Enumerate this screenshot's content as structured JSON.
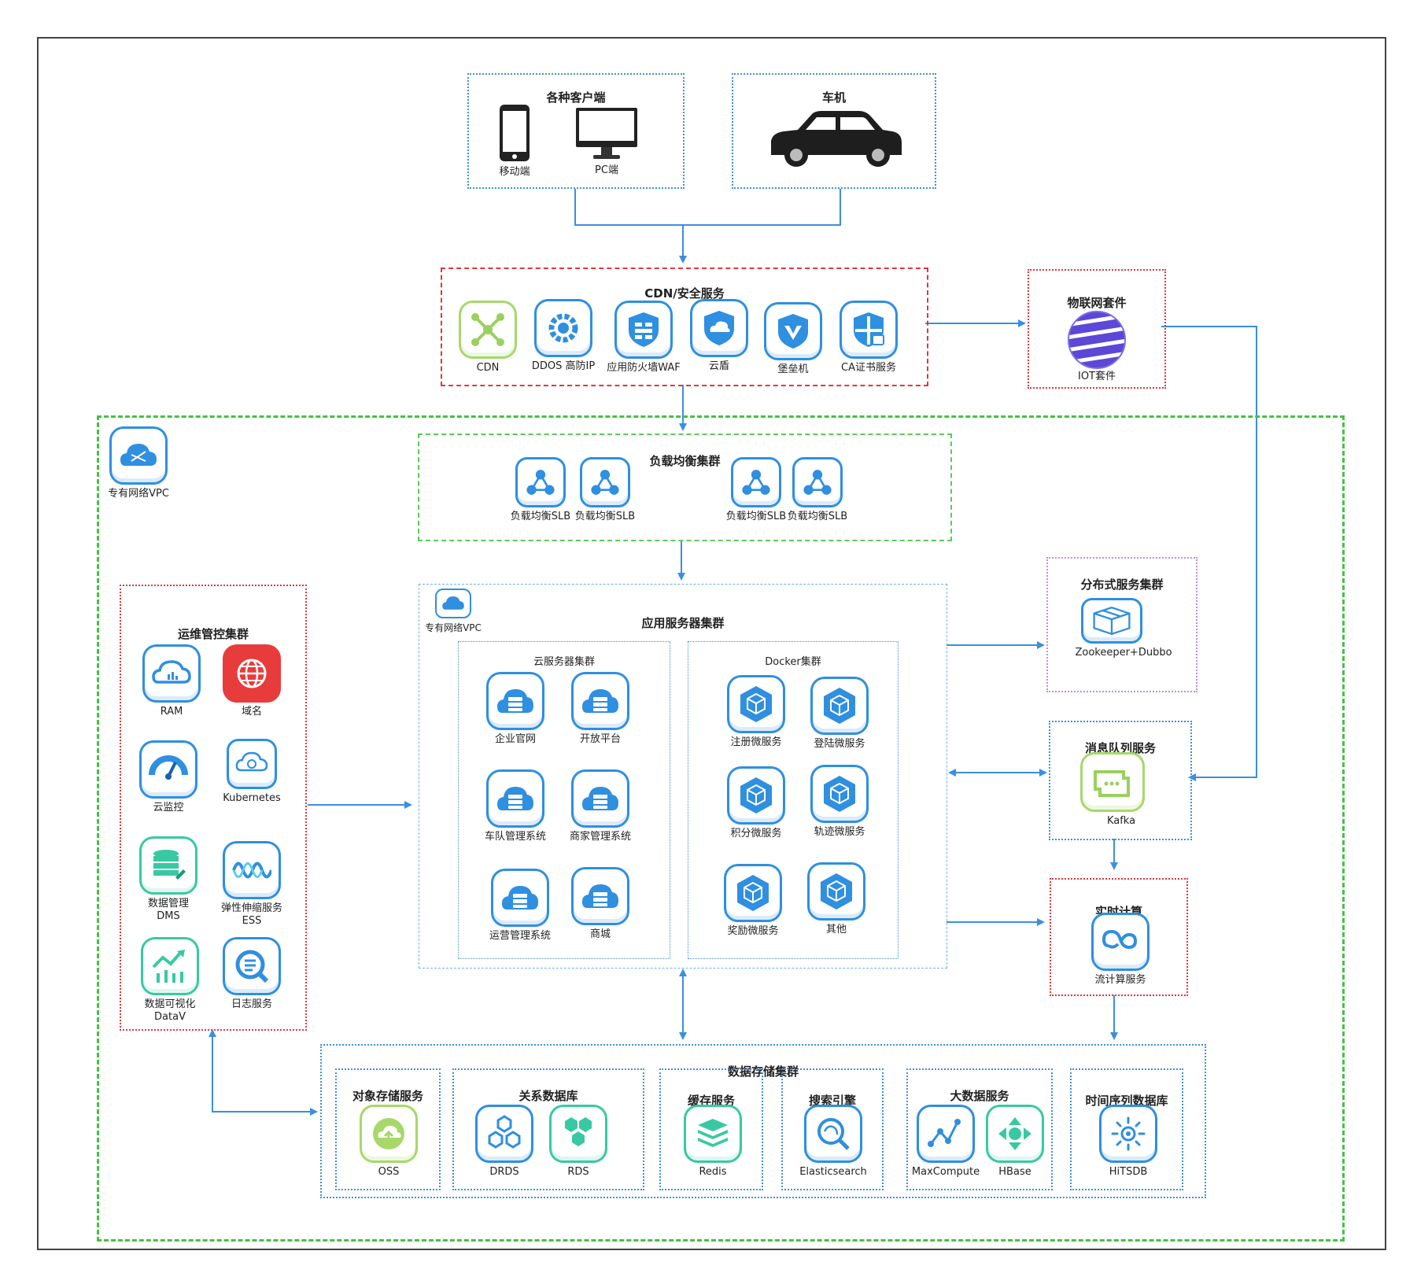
{
  "clients": {
    "title": "各种客户端",
    "mobile": "移动端",
    "pc": "PC端"
  },
  "car": {
    "title": "车机"
  },
  "cdn_security": {
    "title": "CDN/安全服务",
    "items": [
      "CDN",
      "DDOS 高防IP",
      "应用防火墙WAF",
      "云盾",
      "堡垒机",
      "CA证书服务"
    ]
  },
  "iot": {
    "title": "物联网套件",
    "item": "IOT套件"
  },
  "vpc": {
    "label": "专有网络VPC"
  },
  "slb": {
    "title": "负载均衡集群",
    "items": [
      "负载均衡SLB",
      "负载均衡SLB",
      "负载均衡SLB",
      "负载均衡SLB"
    ]
  },
  "ops": {
    "title": "运维管控集群",
    "items": [
      "RAM",
      "域名",
      "云监控",
      "Kubernetes",
      "数据管理\nDMS",
      "弹性伸缩服务\nESS",
      "数据可视化\nDataV",
      "日志服务"
    ]
  },
  "app": {
    "title": "应用服务器集群",
    "vpc_label": "专有网络VPC",
    "cloud_title": "云服务器集群",
    "cloud_items": [
      "企业官网",
      "开放平台",
      "车队管理系统",
      "商家管理系统",
      "运营管理系统",
      "商城"
    ],
    "docker_title": "Docker集群",
    "docker_items": [
      "注册微服务",
      "登陆微服务",
      "积分微服务",
      "轨迹微服务",
      "奖励微服务",
      "其他"
    ]
  },
  "distributed": {
    "title": "分布式服务集群",
    "item": "Zookeeper+Dubbo"
  },
  "mq": {
    "title": "消息队列服务",
    "item": "Kafka"
  },
  "realtime": {
    "title": "实时计算",
    "item": "流计算服务"
  },
  "storage": {
    "title": "数据存储集群",
    "object": {
      "title": "对象存储服务",
      "items": [
        "OSS"
      ]
    },
    "relational": {
      "title": "关系数据库",
      "items": [
        "DRDS",
        "RDS"
      ]
    },
    "cache": {
      "title": "缓存服务",
      "items": [
        "Redis"
      ]
    },
    "search": {
      "title": "搜索引擎",
      "items": [
        "Elasticsearch"
      ]
    },
    "bigdata": {
      "title": "大数据服务",
      "items": [
        "MaxCompute",
        "HBase"
      ]
    },
    "tsdb": {
      "title": "时间序列数据库",
      "items": [
        "HiTSDB"
      ]
    }
  },
  "colors": {
    "blue": "#2f8fe0",
    "red": "#e0363d",
    "green": "#45c243",
    "purple": "#c28be6"
  }
}
